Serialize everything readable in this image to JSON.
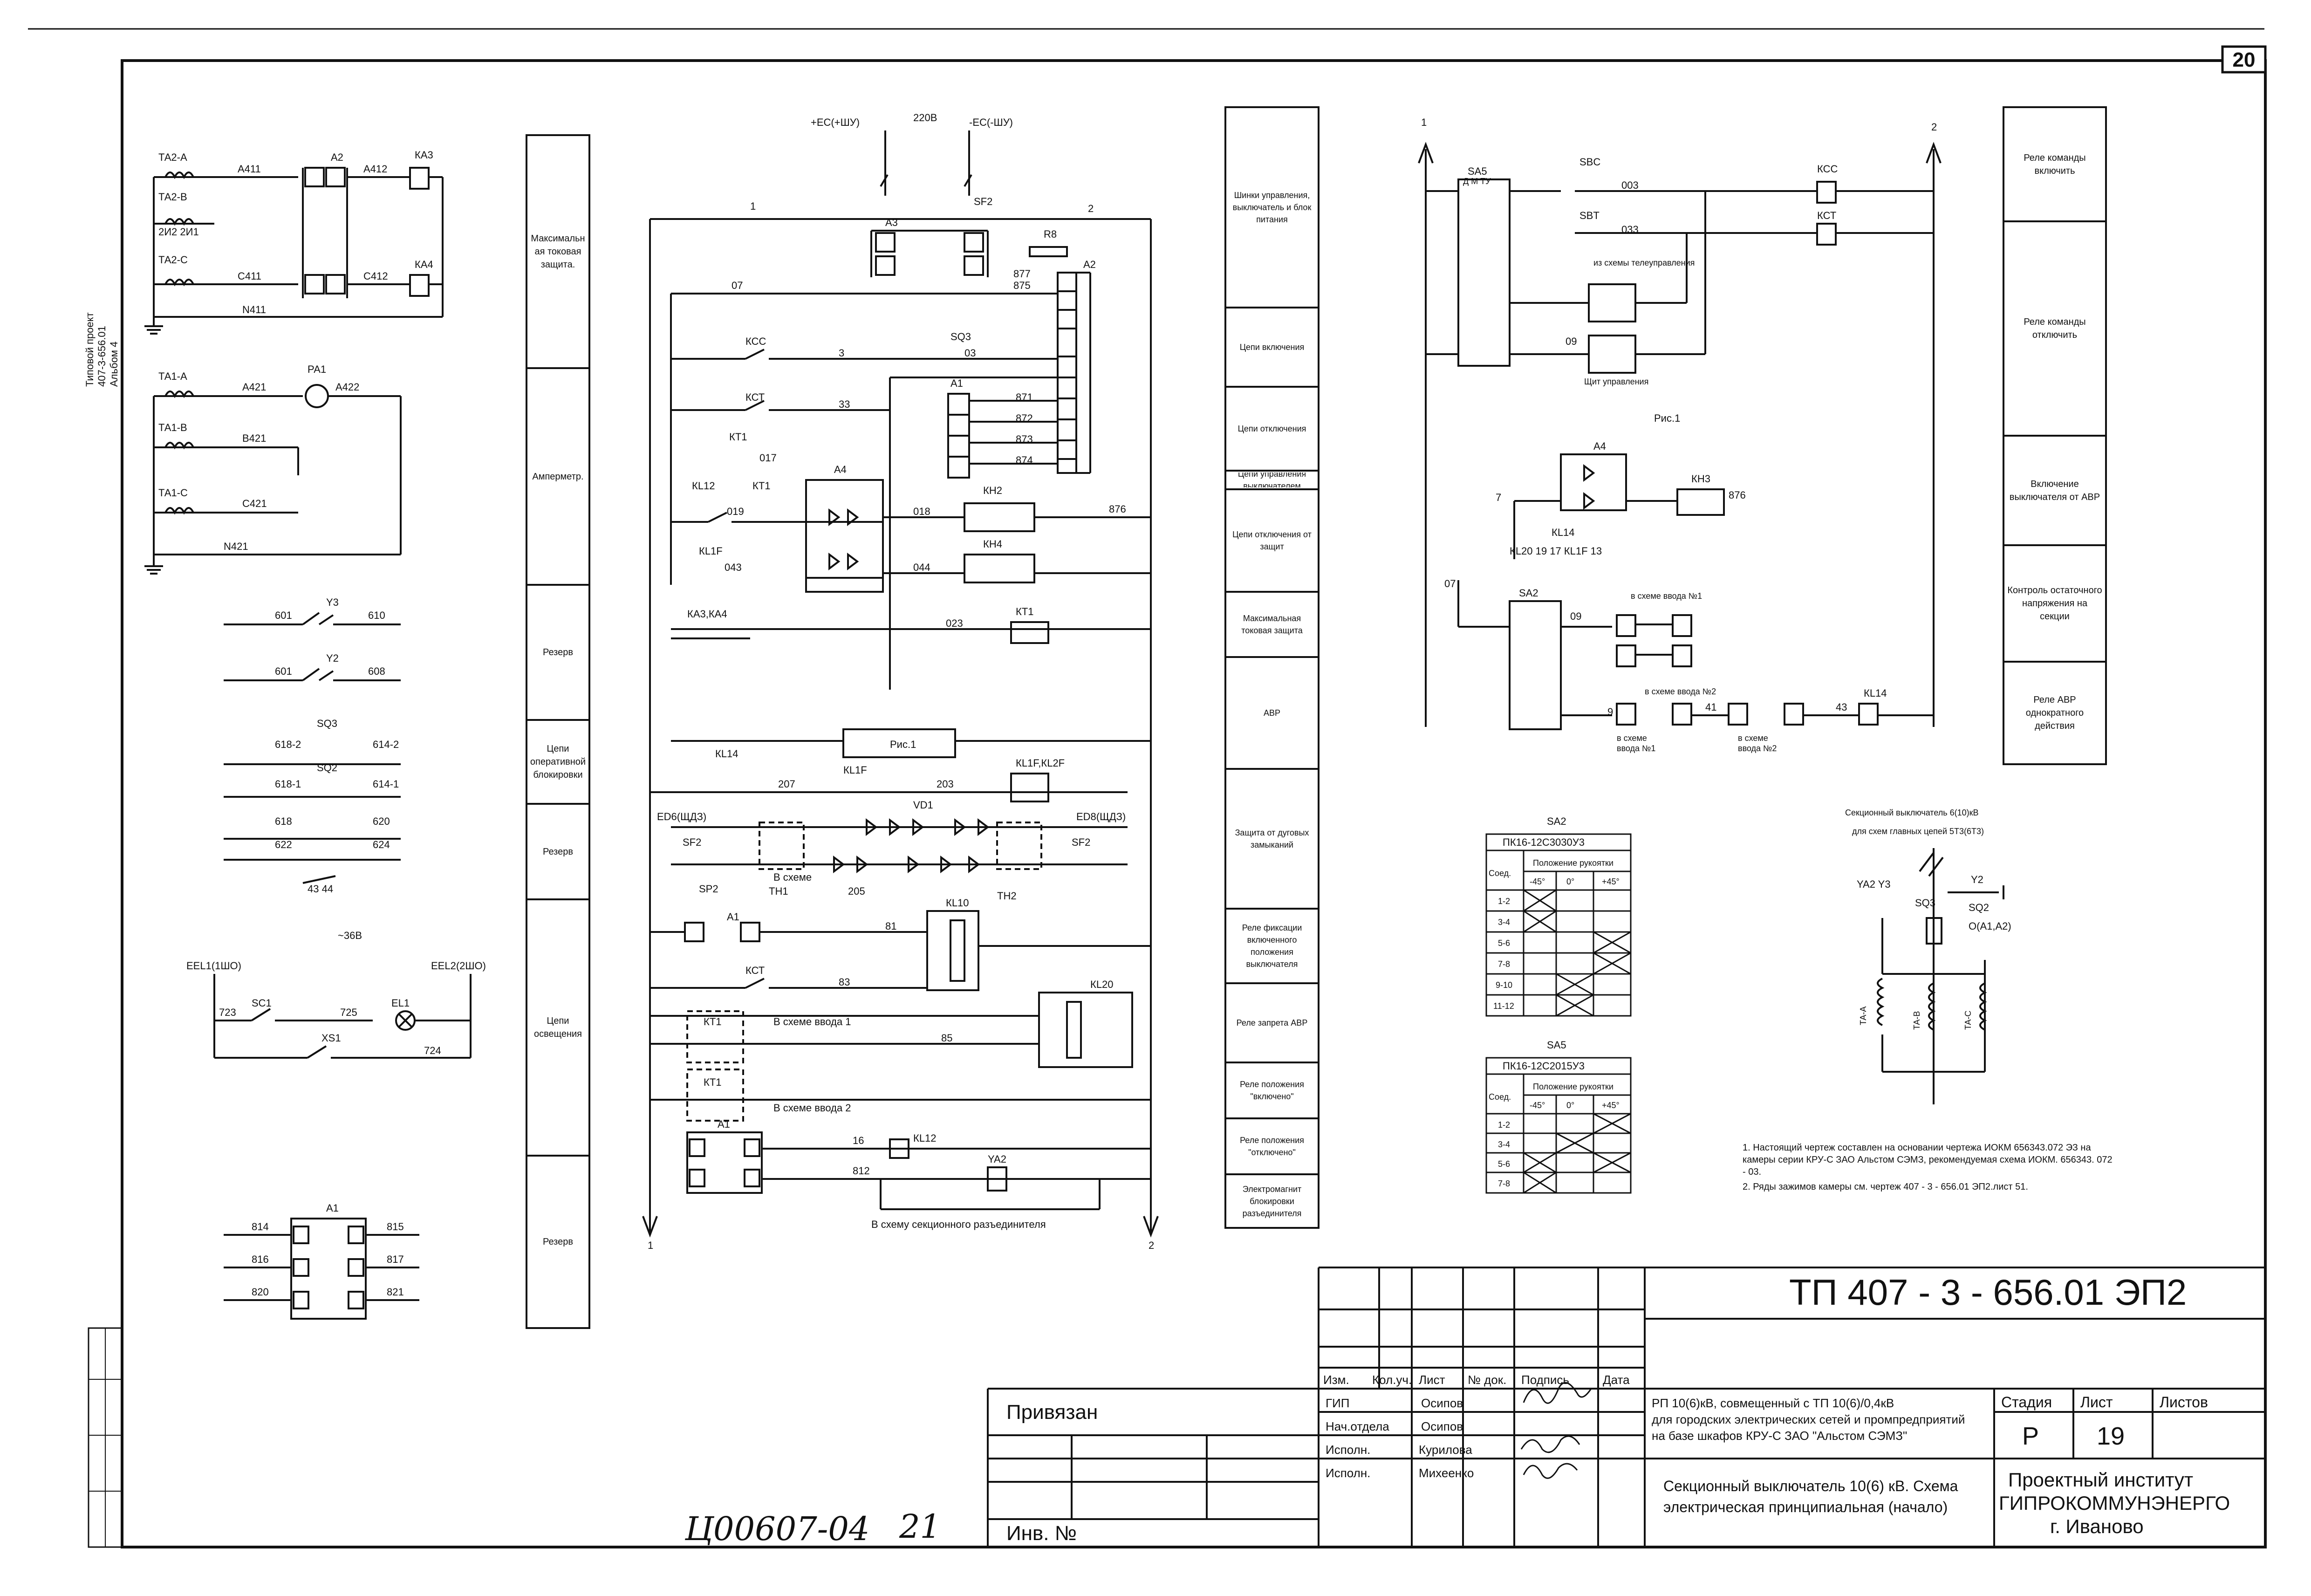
{
  "sheet": {
    "number": "20",
    "side_stamp": [
      "Типовой проект",
      "407-3-656.01",
      "Альбом 4"
    ],
    "handwritten": [
      "Ц00607-04",
      "21"
    ]
  },
  "title_block": {
    "code": "ТП  407 - 3 - 656.01      ЭП2",
    "headers": [
      "Изм.",
      "Кол.уч.",
      "Лист",
      "№ док.",
      "Подпись",
      "Дата"
    ],
    "roles": [
      "ГИП",
      "Нач.отдела",
      "Исполн.",
      "Исполн."
    ],
    "names": [
      "Осипов",
      "Осипов",
      "Курилова",
      "Михеенко"
    ],
    "privyazan": "Привязан",
    "inv": "Инв. №",
    "project_desc": [
      "РП 10(6)кВ, совмещенный с ТП 10(6)/0,4кВ",
      "для городских электрических сетей и промпредприятий",
      "на базе шкафов КРУ-С ЗАО \"Альстом СЭМЗ\""
    ],
    "sheet_desc": [
      "Секционный выключатель 10(6) кВ. Схема",
      "электрическая принципиальная (начало)"
    ],
    "stage_label": "Стадия",
    "sheet_label": "Лист",
    "sheets_label": "Листов",
    "stage": "Р",
    "sheet_no": "19",
    "org": [
      "Проектный институт",
      "ГИПРОКОММУНЭНЕРГО",
      "г. Иваново"
    ]
  },
  "left_legend": [
    "Максимальная токовая защита.",
    "Амперметр.",
    "Резерв",
    "Цепи оперативной блокировки",
    "Резерв",
    "Цепи освещения",
    "Резерв"
  ],
  "mid_legend": [
    "Шинки управления, выключатель и блок питания",
    "Цепи включения",
    "Цепи отключения",
    "Цепи управления выключателем",
    "Цепи отключения от защит",
    "Максимальная токовая защита",
    "АВР",
    "Защита от дуговых замыканий",
    "Реле фиксации включенного положения выключателя",
    "Реле запрета АВР",
    "Реле положения \"включено\"",
    "Реле положения \"отключено\"",
    "Электромагнит блокировки разъединителя"
  ],
  "right_legend": [
    "Реле команды включить",
    "Реле команды отключить",
    "Включение выключателя от АВР",
    "Контроль остаточного напряжения на секции",
    "Реле АВР однократного действия"
  ],
  "tables": {
    "sa2_label": "SA2",
    "sa2_type": "ПК16-12С3030У3",
    "sa5_label": "SA5",
    "sa5_type": "ПК16-12С2015У3",
    "col_contacts": "Соединяемые контакты",
    "col_positions": "Положение рукоятки",
    "sa2_angles": [
      "-45°",
      "0°",
      "+45°"
    ],
    "sa5_angles": [
      "-45°",
      "0°",
      "+45°"
    ],
    "sa2_rows": [
      "1-2",
      "3-4",
      "5-6",
      "7-8",
      "9-10",
      "11-12"
    ],
    "sa5_rows": [
      "1-2",
      "3-4",
      "5-6",
      "7-8"
    ]
  },
  "notes": [
    "1. Настоящий чертеж составлен на основании чертежа ИОКМ 656343.072 ЭЗ на камеры серии КРУ-С ЗАО Альстом СЭМЗ, рекомендуемая схема ИОКМ. 656343. 072 - 03.",
    "2. Ряды зажимов камеры см. чертеж 407 - 3 - 656.01 ЭП2.лист 51."
  ],
  "circuit_labels": {
    "power": [
      "+EC(+ШУ)",
      "220В",
      "-EC(-ШУ)"
    ],
    "sec_breaker": [
      "Секционный выключатель 6(10)кВ",
      "для схем главных цепей 5Т3(6Т3)"
    ],
    "ris1": "Рис.1",
    "shchit": "Щит управления",
    "iz_shemy": "из схемы телеуправления",
    "v_sheme_vvoda_1": "В схеме ввода 1",
    "v_sheme_vvoda_2": "В схеме ввода 2",
    "v_shemu_razed": "В схему секционного разъединителя",
    "v_sheme_vvoda_no1": "в схеме ввода №1",
    "v_sheme_vvoda_no2": "в схеме ввода №2",
    "v36": "~36В"
  }
}
